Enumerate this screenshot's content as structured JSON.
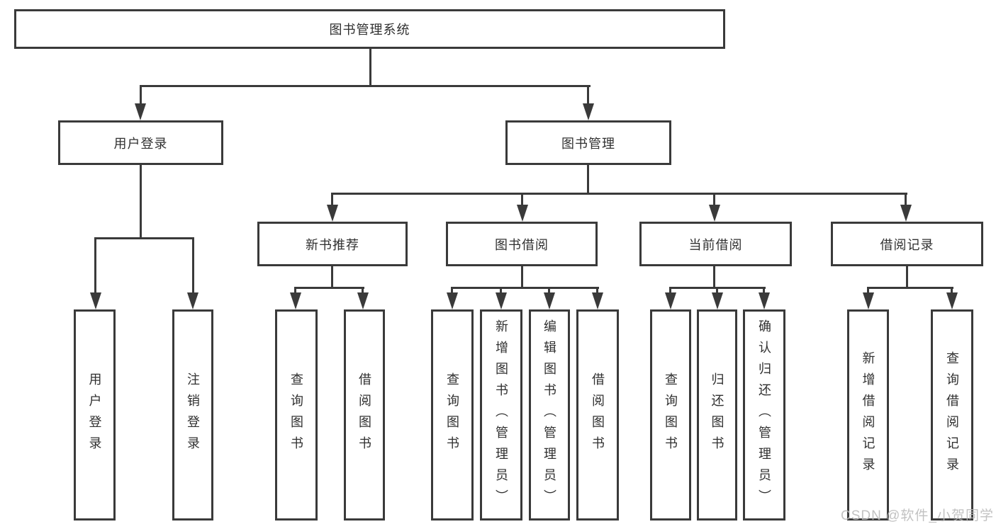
{
  "diagram": {
    "type": "hierarchy-diagram",
    "colors": {
      "line": "#3a3a3a",
      "text": "#303030",
      "background": "#ffffff",
      "watermark": "#bababa"
    }
  },
  "tree": {
    "label": "图书管理系统",
    "children": [
      {
        "label": "用户登录",
        "children": [
          {
            "label": "用户登录"
          },
          {
            "label": "注销登录"
          }
        ]
      },
      {
        "label": "图书管理",
        "children": [
          {
            "label": "新书推荐",
            "children": [
              {
                "label": "查询图书"
              },
              {
                "label": "借阅图书"
              }
            ]
          },
          {
            "label": "图书借阅",
            "children": [
              {
                "label": "查询图书"
              },
              {
                "label": "新增图书（管理员）"
              },
              {
                "label": "编辑图书（管理员）"
              },
              {
                "label": "借阅图书"
              }
            ]
          },
          {
            "label": "当前借阅",
            "children": [
              {
                "label": "查询图书"
              },
              {
                "label": "归还图书"
              },
              {
                "label": "确认归还（管理员）"
              }
            ]
          },
          {
            "label": "借阅记录",
            "children": [
              {
                "label": "新增借阅记录"
              },
              {
                "label": "查询借阅记录"
              }
            ]
          }
        ]
      }
    ]
  },
  "watermark": {
    "text": "CSDN @软件_小贺同学"
  }
}
